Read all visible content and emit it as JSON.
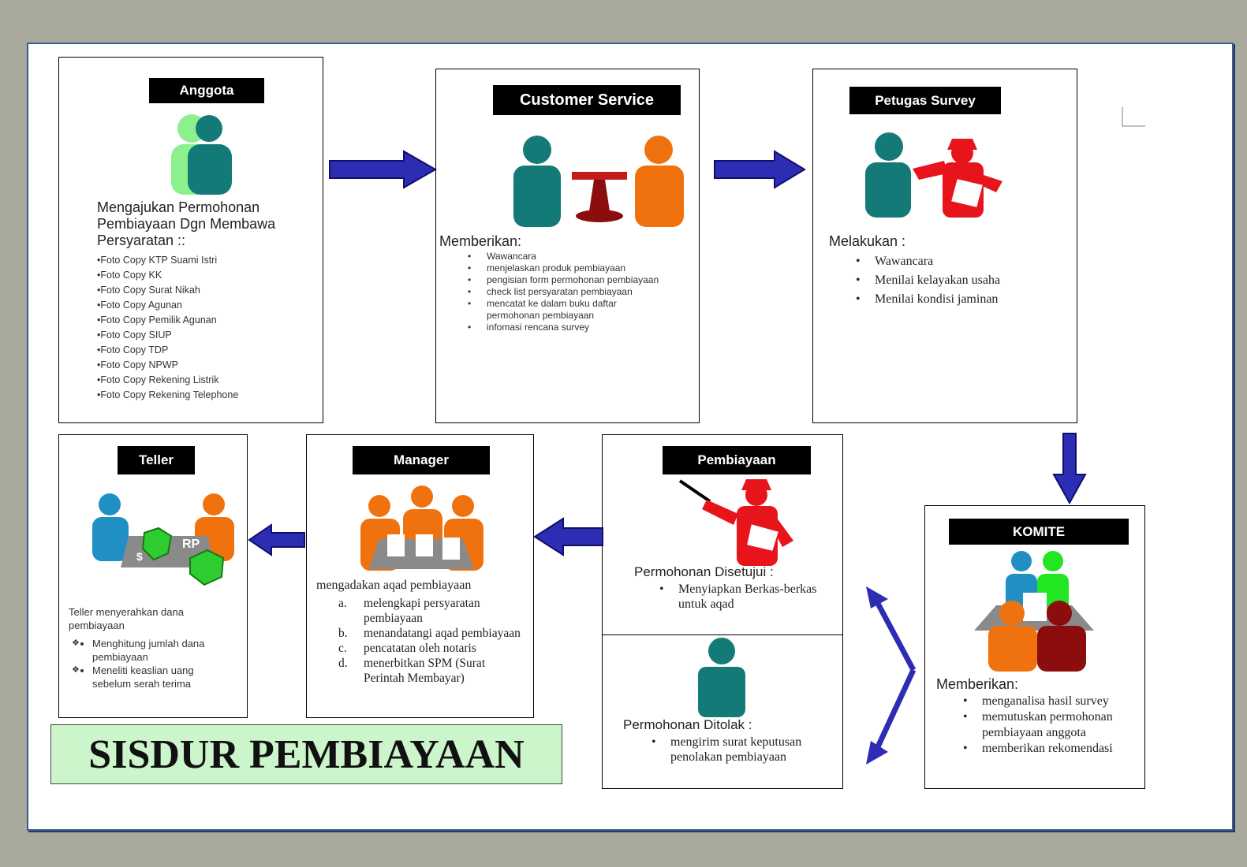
{
  "title": "SISDUR PEMBIAYAAN",
  "anggota": {
    "label": "Anggota",
    "heading": "Mengajukan Permohonan Pembiayaan Dgn Membawa Persyaratan ::",
    "items": [
      "•Foto Copy KTP Suami Istri",
      "•Foto Copy KK",
      "•Foto Copy Surat Nikah",
      "•Foto Copy Agunan",
      "•Foto Copy Pemilik Agunan",
      "•Foto Copy SIUP",
      "•Foto Copy TDP",
      "•Foto Copy NPWP",
      "•Foto Copy Rekening Listrik",
      "•Foto Copy Rekening Telephone"
    ]
  },
  "customer_service": {
    "label": "Customer Service",
    "heading": "Memberikan:",
    "items": [
      "Wawancara",
      "menjelaskan produk pembiayaan",
      "pengisian  form permohonan pembiayaan",
      "check list persyaratan pembiayaan",
      "mencatat ke dalam buku daftar permohonan pembiayaan",
      "infomasi rencana survey"
    ]
  },
  "petugas_survey": {
    "label": "Petugas Survey",
    "heading": "Melakukan :",
    "items": [
      "Wawancara",
      "Menilai kelayakan usaha",
      "Menilai kondisi jaminan"
    ]
  },
  "komite": {
    "label": "KOMITE",
    "heading": "Memberikan:",
    "items": [
      "menganalisa hasil survey",
      "memutuskan permohonan pembiayaan anggota",
      "memberikan rekomendasi"
    ]
  },
  "pembiayaan": {
    "label": "Pembiayaan",
    "approved_heading": "Permohonan Disetujui :",
    "approved_items": [
      "Menyiapkan Berkas-berkas untuk aqad"
    ],
    "rejected_heading": "Permohonan Ditolak :",
    "rejected_items": [
      "mengirim surat keputusan penolakan pembiayaan"
    ]
  },
  "manager": {
    "label": "Manager",
    "heading": "mengadakan aqad pembiayaan",
    "items": [
      {
        "marker": "a.",
        "text": "melengkapi persyaratan pembiayaan"
      },
      {
        "marker": "b.",
        "text": "menandatangi aqad pembiayaan"
      },
      {
        "marker": "c.",
        "text": "pencatatan oleh notaris"
      },
      {
        "marker": "d.",
        "text": "menerbitkan SPM (Surat Perintah Membayar)"
      }
    ]
  },
  "teller": {
    "label": "Teller",
    "money_labels": [
      "RP",
      "$"
    ],
    "heading": "Teller menyerahkan dana pembiayaan",
    "items": [
      "Menghitung jumlah dana pembiayaan",
      "Meneliti keaslian uang sebelum serah terima"
    ]
  },
  "colors": {
    "background": "#a9a99d",
    "arrow_blue": "#2d2db4",
    "teal": "#137a78",
    "orange": "#f0720f",
    "red": "#e8141c",
    "title_bg": "#ccf5cc"
  }
}
